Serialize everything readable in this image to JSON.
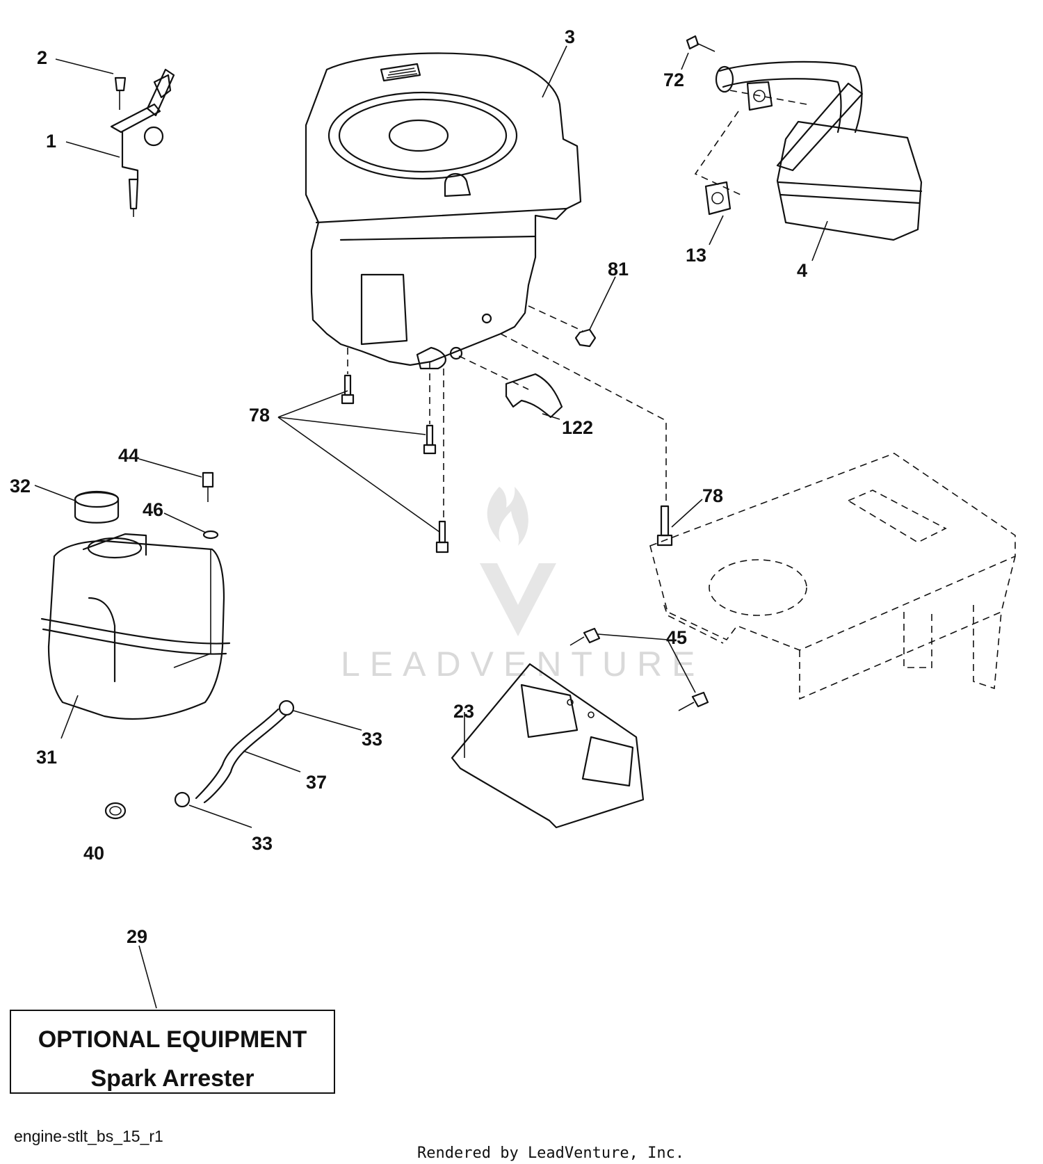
{
  "callouts": {
    "p1": "1",
    "p2": "2",
    "p3": "3",
    "p4": "4",
    "p13": "13",
    "p23": "23",
    "p29": "29",
    "p31": "31",
    "p32": "32",
    "p33a": "33",
    "p33b": "33",
    "p37": "37",
    "p40": "40",
    "p44": "44",
    "p45": "45",
    "p46": "46",
    "p72": "72",
    "p78a": "78",
    "p78b": "78",
    "p81": "81",
    "p122": "122"
  },
  "optional_box": {
    "line1": "OPTIONAL EQUIPMENT",
    "line2": "Spark Arrester"
  },
  "footer": {
    "diagram_id": "engine-stlt_bs_15_r1",
    "credit": "Rendered by LeadVenture, Inc."
  },
  "watermark": {
    "text": "LEADVENTURE",
    "color": "#d9d9d9"
  }
}
